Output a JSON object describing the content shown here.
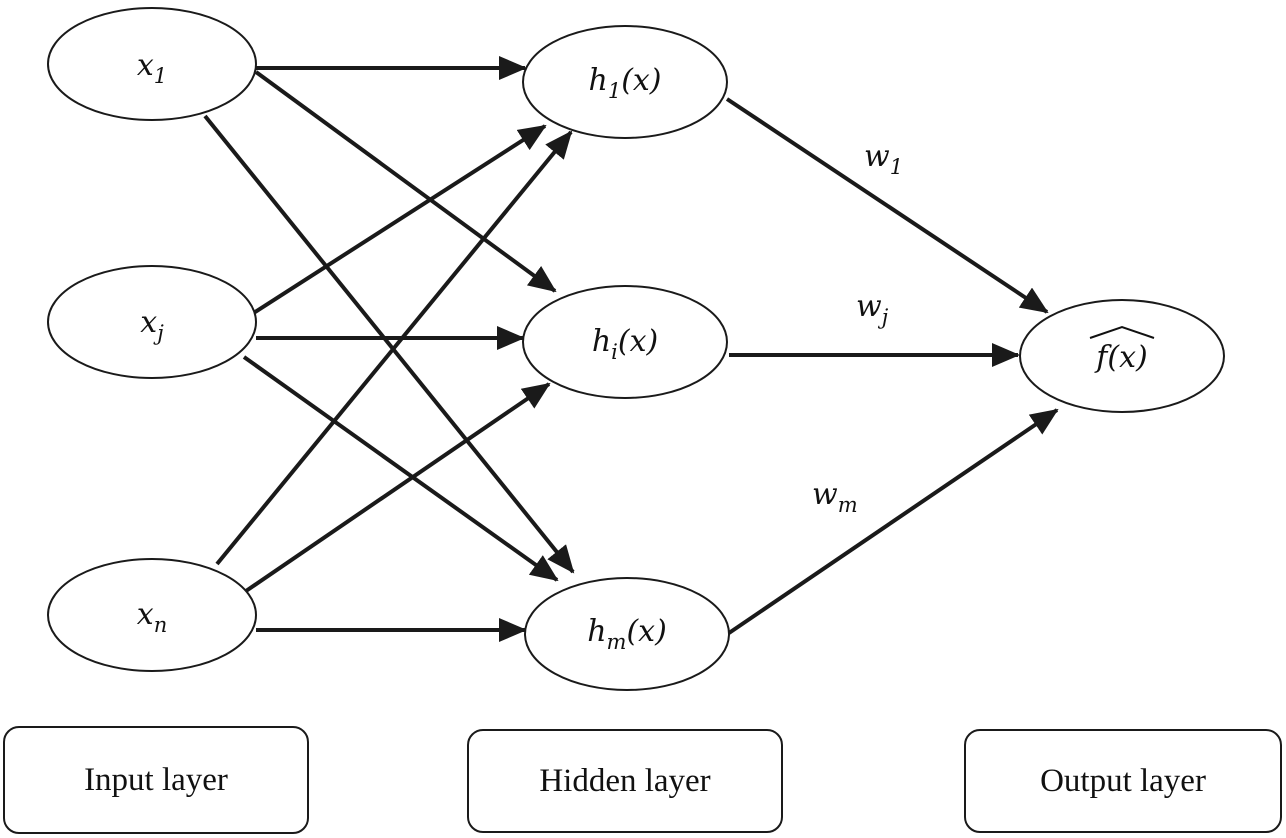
{
  "nodes": {
    "x1": {
      "base": "x",
      "sub": "1"
    },
    "xj": {
      "base": "x",
      "sub": "j"
    },
    "xn": {
      "base": "x",
      "sub": "n"
    },
    "h1": {
      "base": "h",
      "sub": "1",
      "arg": "(x)"
    },
    "hi": {
      "base": "h",
      "sub": "i",
      "arg": "(x)"
    },
    "hm": {
      "base": "h",
      "sub": "m",
      "arg": "(x)"
    },
    "out": {
      "label": "f(x)"
    }
  },
  "weights": {
    "w1": {
      "base": "w",
      "sub": "1"
    },
    "wj": {
      "base": "w",
      "sub": "j"
    },
    "wm": {
      "base": "w",
      "sub": "m"
    }
  },
  "layers": {
    "input": "Input layer",
    "hidden": "Hidden layer",
    "output": "Output layer"
  }
}
